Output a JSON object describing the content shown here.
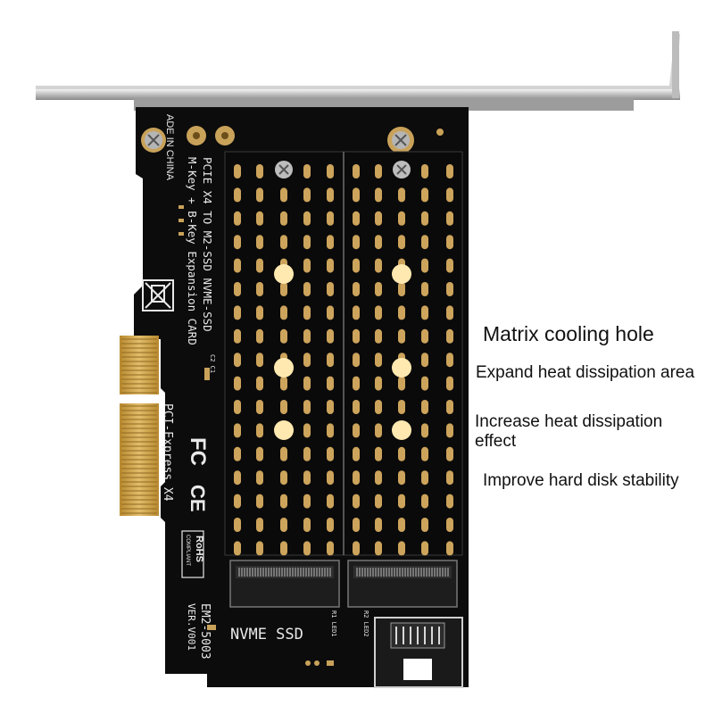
{
  "image": {
    "alt": "PCIe x4 to M.2 NVMe and SATA SSD expansion card with matrix cooling holes",
    "background_color": "#ffffff",
    "pcb_color": "#0c0c0c",
    "gold_color": "#c9a25a",
    "bracket_color": "#c8c8c8"
  },
  "features": {
    "title": "Matrix cooling hole",
    "items": [
      "Expand heat dissipation area",
      "Increase heat dissipation effect",
      "Improve hard disk stability"
    ]
  },
  "pcb_markings": {
    "made_in": "ADE IN CHINA",
    "product_line_1": "PCIE X4 TO  M2-SSD NVME-SSD",
    "product_line_2": "M-Key + B-Key Expansion CARD",
    "interface": "PCI-Express X4",
    "fc_mark": "FC",
    "ce_mark": "CE",
    "rohs_label": "RoHS",
    "rohs_sub": "COMPLIANT",
    "model": "EM2-5003",
    "version": "VER.V001",
    "nvme_label": "NVME SSD",
    "led1_label": "R1 LED1",
    "led2_label": "R2 LED2",
    "cap_label": "C2 C1"
  }
}
